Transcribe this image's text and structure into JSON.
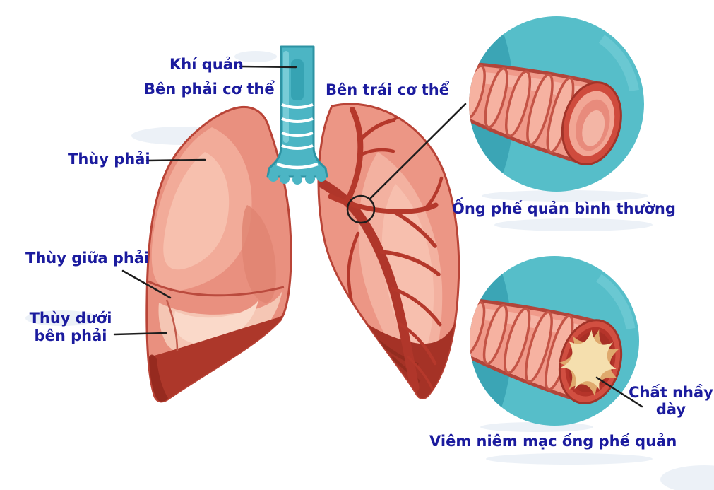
{
  "labels": {
    "trachea": "Khí quản",
    "body_right_side": "Bên phải cơ thể",
    "body_left_side": "Bên trái cơ thể",
    "right_lobe": "Thùy phải",
    "right_middle_lobe": "Thùy giữa phải",
    "right_lower_lobe": "Thùy dưới\nbên phải",
    "normal_bronchial_tube": "Ống phế quản bình thường",
    "thick_mucus": "Chất nhầy\ndày",
    "inflamed_bronchial_mucosa": "Viêm niêm mạc ống phế quản"
  },
  "colors": {
    "label_text": "#1b1b9e",
    "leader_line": "#1d1d1d",
    "trachea_teal": "#4cb5c4",
    "inset_teal_light": "#56bec9",
    "inset_teal_dark": "#3ba5b5",
    "lung_salmon": "#e9907f",
    "lung_highlight": "#f2ab99",
    "lung_dark_red": "#ad372a",
    "bronchial_tree_red": "#b5382b",
    "bronchus_rim_red": "#cf4b3d",
    "mucus_cream": "#f5dfae",
    "mucus_tan": "#dfa96d"
  }
}
